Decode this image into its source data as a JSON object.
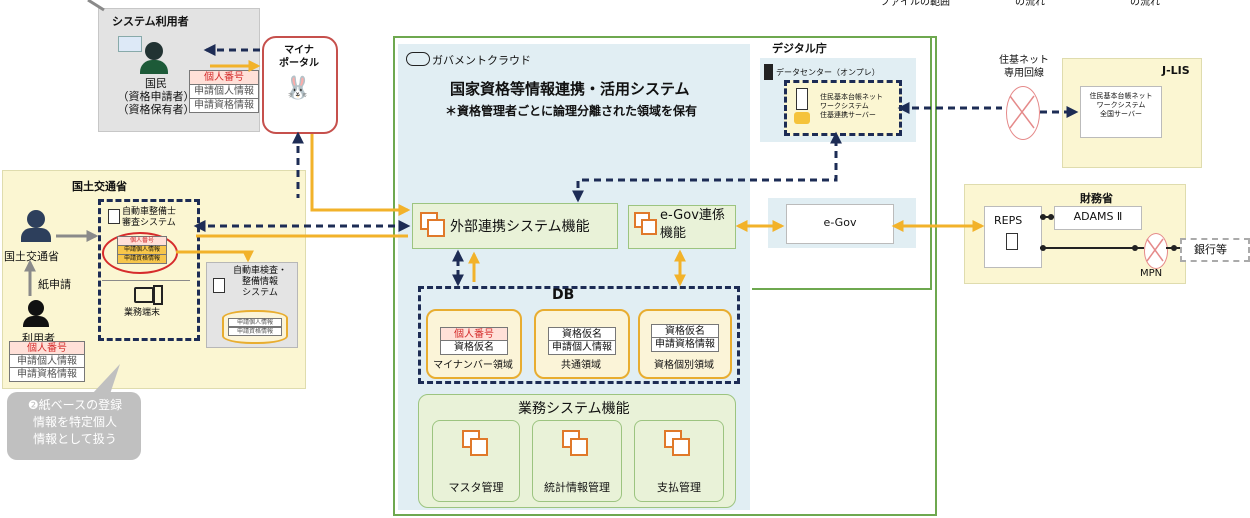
{
  "header_fragments": {
    "frag_a": "ファイルの範囲",
    "frag_b": "の流れ",
    "frag_c": "の流れ"
  },
  "system_users": {
    "title": "システム利用者",
    "person": "国民\n（資格申請者）\n（資格保有者）",
    "tags": [
      "個人番号",
      "申請個人情報",
      "申請資格情報"
    ]
  },
  "mynaportal": {
    "label": "マイナ\nポータル"
  },
  "mlit": {
    "title": "国土交通省",
    "officer": "国土交通省",
    "paper": "紙申請",
    "user": "利用者",
    "user_tags": [
      "個人番号",
      "申請個人情報",
      "申請資格情報"
    ],
    "review_system": "自動車整備士\n審査システム",
    "review_tags": [
      "個人番号",
      "申請個人情報",
      "申請資格情報"
    ],
    "terminal": "業務端末",
    "inspection_system": "自動車検査・\n整備情報\nシステム",
    "inspection_tags": [
      "申請個人情報",
      "申請資格情報"
    ]
  },
  "callout": {
    "text": "❷紙ベースの登録\n情報を特定個人\n情報として扱う"
  },
  "government_cloud": {
    "label": "ガバメントクラウド",
    "system_title": "国家資格等情報連携・活用システム",
    "note": "＊資格管理者ごとに論理分離された領域を保有",
    "external_link": "外部連携システム機能",
    "egov_link": "e-Gov連係\n機能",
    "db_title": "DB",
    "db_areas": [
      {
        "tags": [
          "個人番号",
          "資格仮名"
        ],
        "label": "マイナンバー領域"
      },
      {
        "tags": [
          "資格仮名",
          "申請個人情報"
        ],
        "label": "共通領域"
      },
      {
        "tags": [
          "資格仮名",
          "申請資格情報"
        ],
        "label": "資格個別領域"
      }
    ],
    "business_title": "業務システム機能",
    "business_modules": [
      "マスタ管理",
      "統計情報管理",
      "支払管理"
    ]
  },
  "digital_agency": {
    "title": "デジタル庁",
    "datacenter": "データセンター（オンプレ）",
    "juki_server": "住民基本台帳ネット\nワークシステム\n住基連携サーバー",
    "egov": "e-Gov"
  },
  "juki_net": {
    "label": "住基ネット\n専用回線"
  },
  "jlis": {
    "title": "J-LIS",
    "server": "住民基本台帳ネット\nワークシステム\n全国サーバー"
  },
  "mof": {
    "title": "財務省",
    "reps": "REPS",
    "adams": "ADAMS Ⅱ",
    "mpn": "MPN",
    "bank": "銀行等"
  },
  "colors": {
    "navy": "#1d2c55",
    "orange_arrow": "#f2b22a",
    "green_border": "#6ea84f",
    "cloud_fill": "#e1eef3",
    "yellow_area": "#fbf6d2",
    "gray_area": "#e3e3e3",
    "red_circle": "#e02a2a"
  }
}
